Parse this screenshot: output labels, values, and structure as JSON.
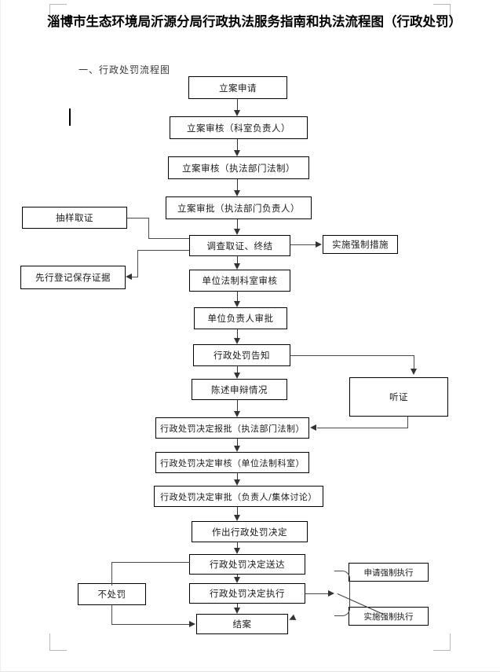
{
  "document": {
    "title": "淄博市生态环境局沂源分局行政执法服务指南和执法流程图（行政处罚）",
    "section_heading": "一、行政处罚流程图"
  },
  "flowchart": {
    "type": "flowchart",
    "orientation": "top-to-bottom",
    "nodes": [
      {
        "id": "n1",
        "label": "立案申请"
      },
      {
        "id": "n2",
        "label": "立案审核（科室负责人）"
      },
      {
        "id": "n3",
        "label": "立案审核（执法部门法制）"
      },
      {
        "id": "n4",
        "label": "立案审批（执法部门负责人）"
      },
      {
        "id": "n5",
        "label": "调查取证、终结"
      },
      {
        "id": "n6",
        "label": "单位法制科室审核"
      },
      {
        "id": "n7",
        "label": "单位负责人审批"
      },
      {
        "id": "n8",
        "label": "行政处罚告知"
      },
      {
        "id": "n9",
        "label": "陈述申辩情况"
      },
      {
        "id": "n10",
        "label": "行政处罚决定报批（执法部门法制）"
      },
      {
        "id": "n11",
        "label": "行政处罚决定审核（单位法制科室）"
      },
      {
        "id": "n12",
        "label": "行政处罚决定审批（负责人/集体讨论）"
      },
      {
        "id": "n13",
        "label": "作出行政处罚决定"
      },
      {
        "id": "n14",
        "label": "行政处罚决定送达"
      },
      {
        "id": "n15",
        "label": "行政处罚决定执行"
      },
      {
        "id": "n16",
        "label": "结案"
      },
      {
        "id": "s1",
        "label": "抽样取证"
      },
      {
        "id": "s2",
        "label": "先行登记保存证据"
      },
      {
        "id": "s3",
        "label": "实施强制措施"
      },
      {
        "id": "s4",
        "label": "听证"
      },
      {
        "id": "s5",
        "label": "不处罚"
      },
      {
        "id": "s6",
        "label": "申请强制执行"
      },
      {
        "id": "s7",
        "label": "实施强制执行"
      }
    ],
    "edges": [
      {
        "from": "n1",
        "to": "n2"
      },
      {
        "from": "n2",
        "to": "n3"
      },
      {
        "from": "n3",
        "to": "n4"
      },
      {
        "from": "n4",
        "to": "n5"
      },
      {
        "from": "s1",
        "to": "n5"
      },
      {
        "from": "n5",
        "to": "s3"
      },
      {
        "from": "n5",
        "to": "s2"
      },
      {
        "from": "n5",
        "to": "n6"
      },
      {
        "from": "n6",
        "to": "n7"
      },
      {
        "from": "n7",
        "to": "n8"
      },
      {
        "from": "n8",
        "to": "n9"
      },
      {
        "from": "n8",
        "to": "s4"
      },
      {
        "from": "n9",
        "to": "n10"
      },
      {
        "from": "s4",
        "to": "n10"
      },
      {
        "from": "n10",
        "to": "n11"
      },
      {
        "from": "n11",
        "to": "n12"
      },
      {
        "from": "n12",
        "to": "n13"
      },
      {
        "from": "n13",
        "to": "n14"
      },
      {
        "from": "n14",
        "to": "n15"
      },
      {
        "from": "n14",
        "to": "s5"
      },
      {
        "from": "n15",
        "to": "n16"
      },
      {
        "from": "n15",
        "to": "s6"
      },
      {
        "from": "s5",
        "to": "n16"
      },
      {
        "from": "s7",
        "to": "n16"
      }
    ]
  },
  "colors": {
    "line": "#333333",
    "box_border": "#000000",
    "text": "#1a1a1a",
    "crop_mark": "#b9b9b9"
  }
}
